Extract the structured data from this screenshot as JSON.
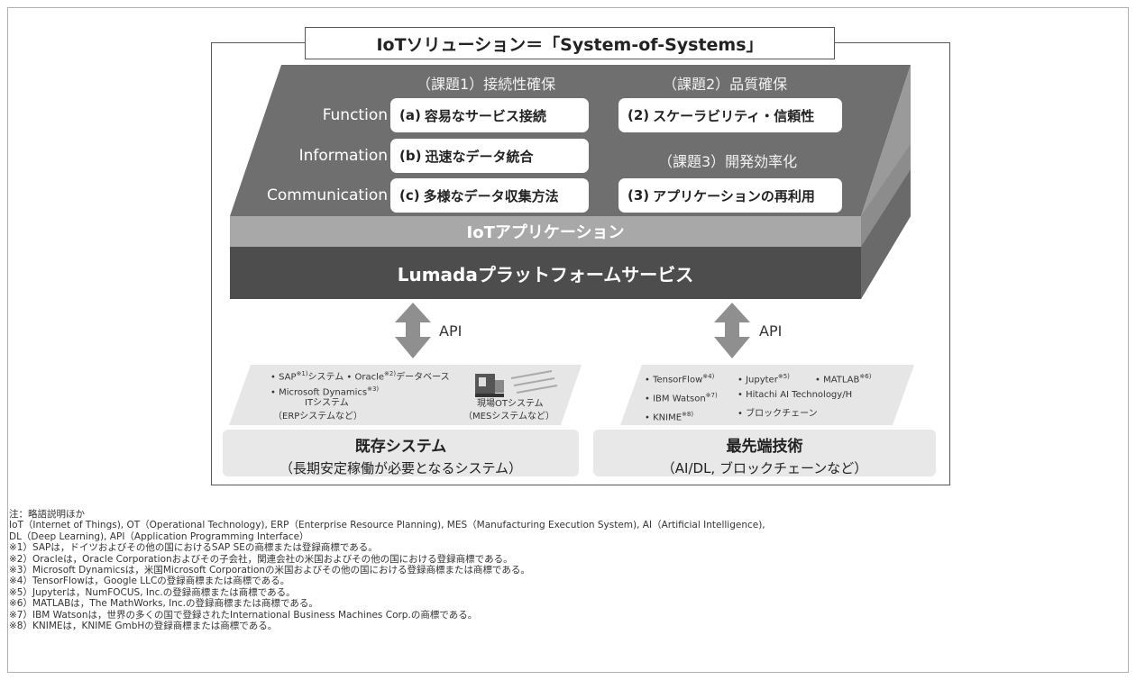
{
  "title": "IoTソリューション＝「System-of-Systems」",
  "issues": {
    "issue1": "（課題1）接続性確保",
    "issue2": "（課題2）品質確保",
    "issue3": "（課題3）開発効率化"
  },
  "rows": {
    "function": "Function",
    "information": "Information",
    "communication": "Communication"
  },
  "cards": {
    "a_tag": "(a)",
    "a_text": "容易なサービス接続",
    "b_tag": "(b)",
    "b_text": "迅速なデータ統合",
    "c_tag": "(c)",
    "c_text": "多様なデータ収集方法",
    "two_tag": "(2)",
    "two_text": "スケーラビリティ・信頼性",
    "three_tag": "(3)",
    "three_text": "アプリケーションの再利用"
  },
  "layers": {
    "app": "IoTアプリケーション",
    "platform": "Lumadaプラットフォームサービス"
  },
  "api_label": "API",
  "left_panel": {
    "sap": "• SAP",
    "sap_sup": "※1)",
    "sap_rest": "システム • Oracle",
    "oracle_sup": "※2)",
    "oracle_rest": "データベース",
    "ms": "• Microsoft Dynamics",
    "ms_sup": "※3)",
    "it": "ITシステム",
    "erp": "（ERPシステムなど）",
    "ot": "現場OTシステム",
    "mes": "（MESシステムなど）"
  },
  "right_panel": {
    "tf": "• TensorFlow",
    "tf_sup": "※4)",
    "jup": "• Jupyter",
    "jup_sup": "※5)",
    "mat": "• MATLAB",
    "mat_sup": "※6)",
    "ibm": "• IBM Watson",
    "ibm_sup": "※7)",
    "hitachi": "• Hitachi AI Technology/H",
    "knime": "• KNIME",
    "knime_sup": "※8)",
    "chain": "• ブロックチェーン"
  },
  "existing": {
    "title": "既存システム",
    "sub": "（長期安定稼働が必要となるシステム）"
  },
  "advanced": {
    "title": "最先端技術",
    "sub": "（AI/DL, ブロックチェーンなど）"
  },
  "notes": [
    "注：略語説明ほか",
    "IoT（Internet of Things), OT（Operational Technology), ERP（Enterprise Resource Planning), MES（Manufacturing Execution System), AI（Artificial Intelligence),",
    "DL（Deep Learning), API（Application Programming Interface）",
    "※1）SAPは，ドイツおよびその他の国におけるSAP SEの商標または登録商標である。",
    "※2）Oracleは，Oracle Corporationおよびその子会社，関連会社の米国およびその他の国における登録商標である。",
    "※3）Microsoft Dynamicsは，米国Microsoft Corporationの米国およびその他の国における登録商標または商標である。",
    "※4）TensorFlowは，Google LLCの登録商標または商標である。",
    "※5）Jupyterは，NumFOCUS, Inc.の登録商標または商標である。",
    "※6）MATLABは，The MathWorks, Inc.の登録商標または商標である。",
    "※7）IBM Watsonは，世界の多くの国で登録されたInternational Business Machines Corp.の商標である。",
    "※8）KNIMEは，KNIME GmbHの登録商標または商標である。"
  ]
}
